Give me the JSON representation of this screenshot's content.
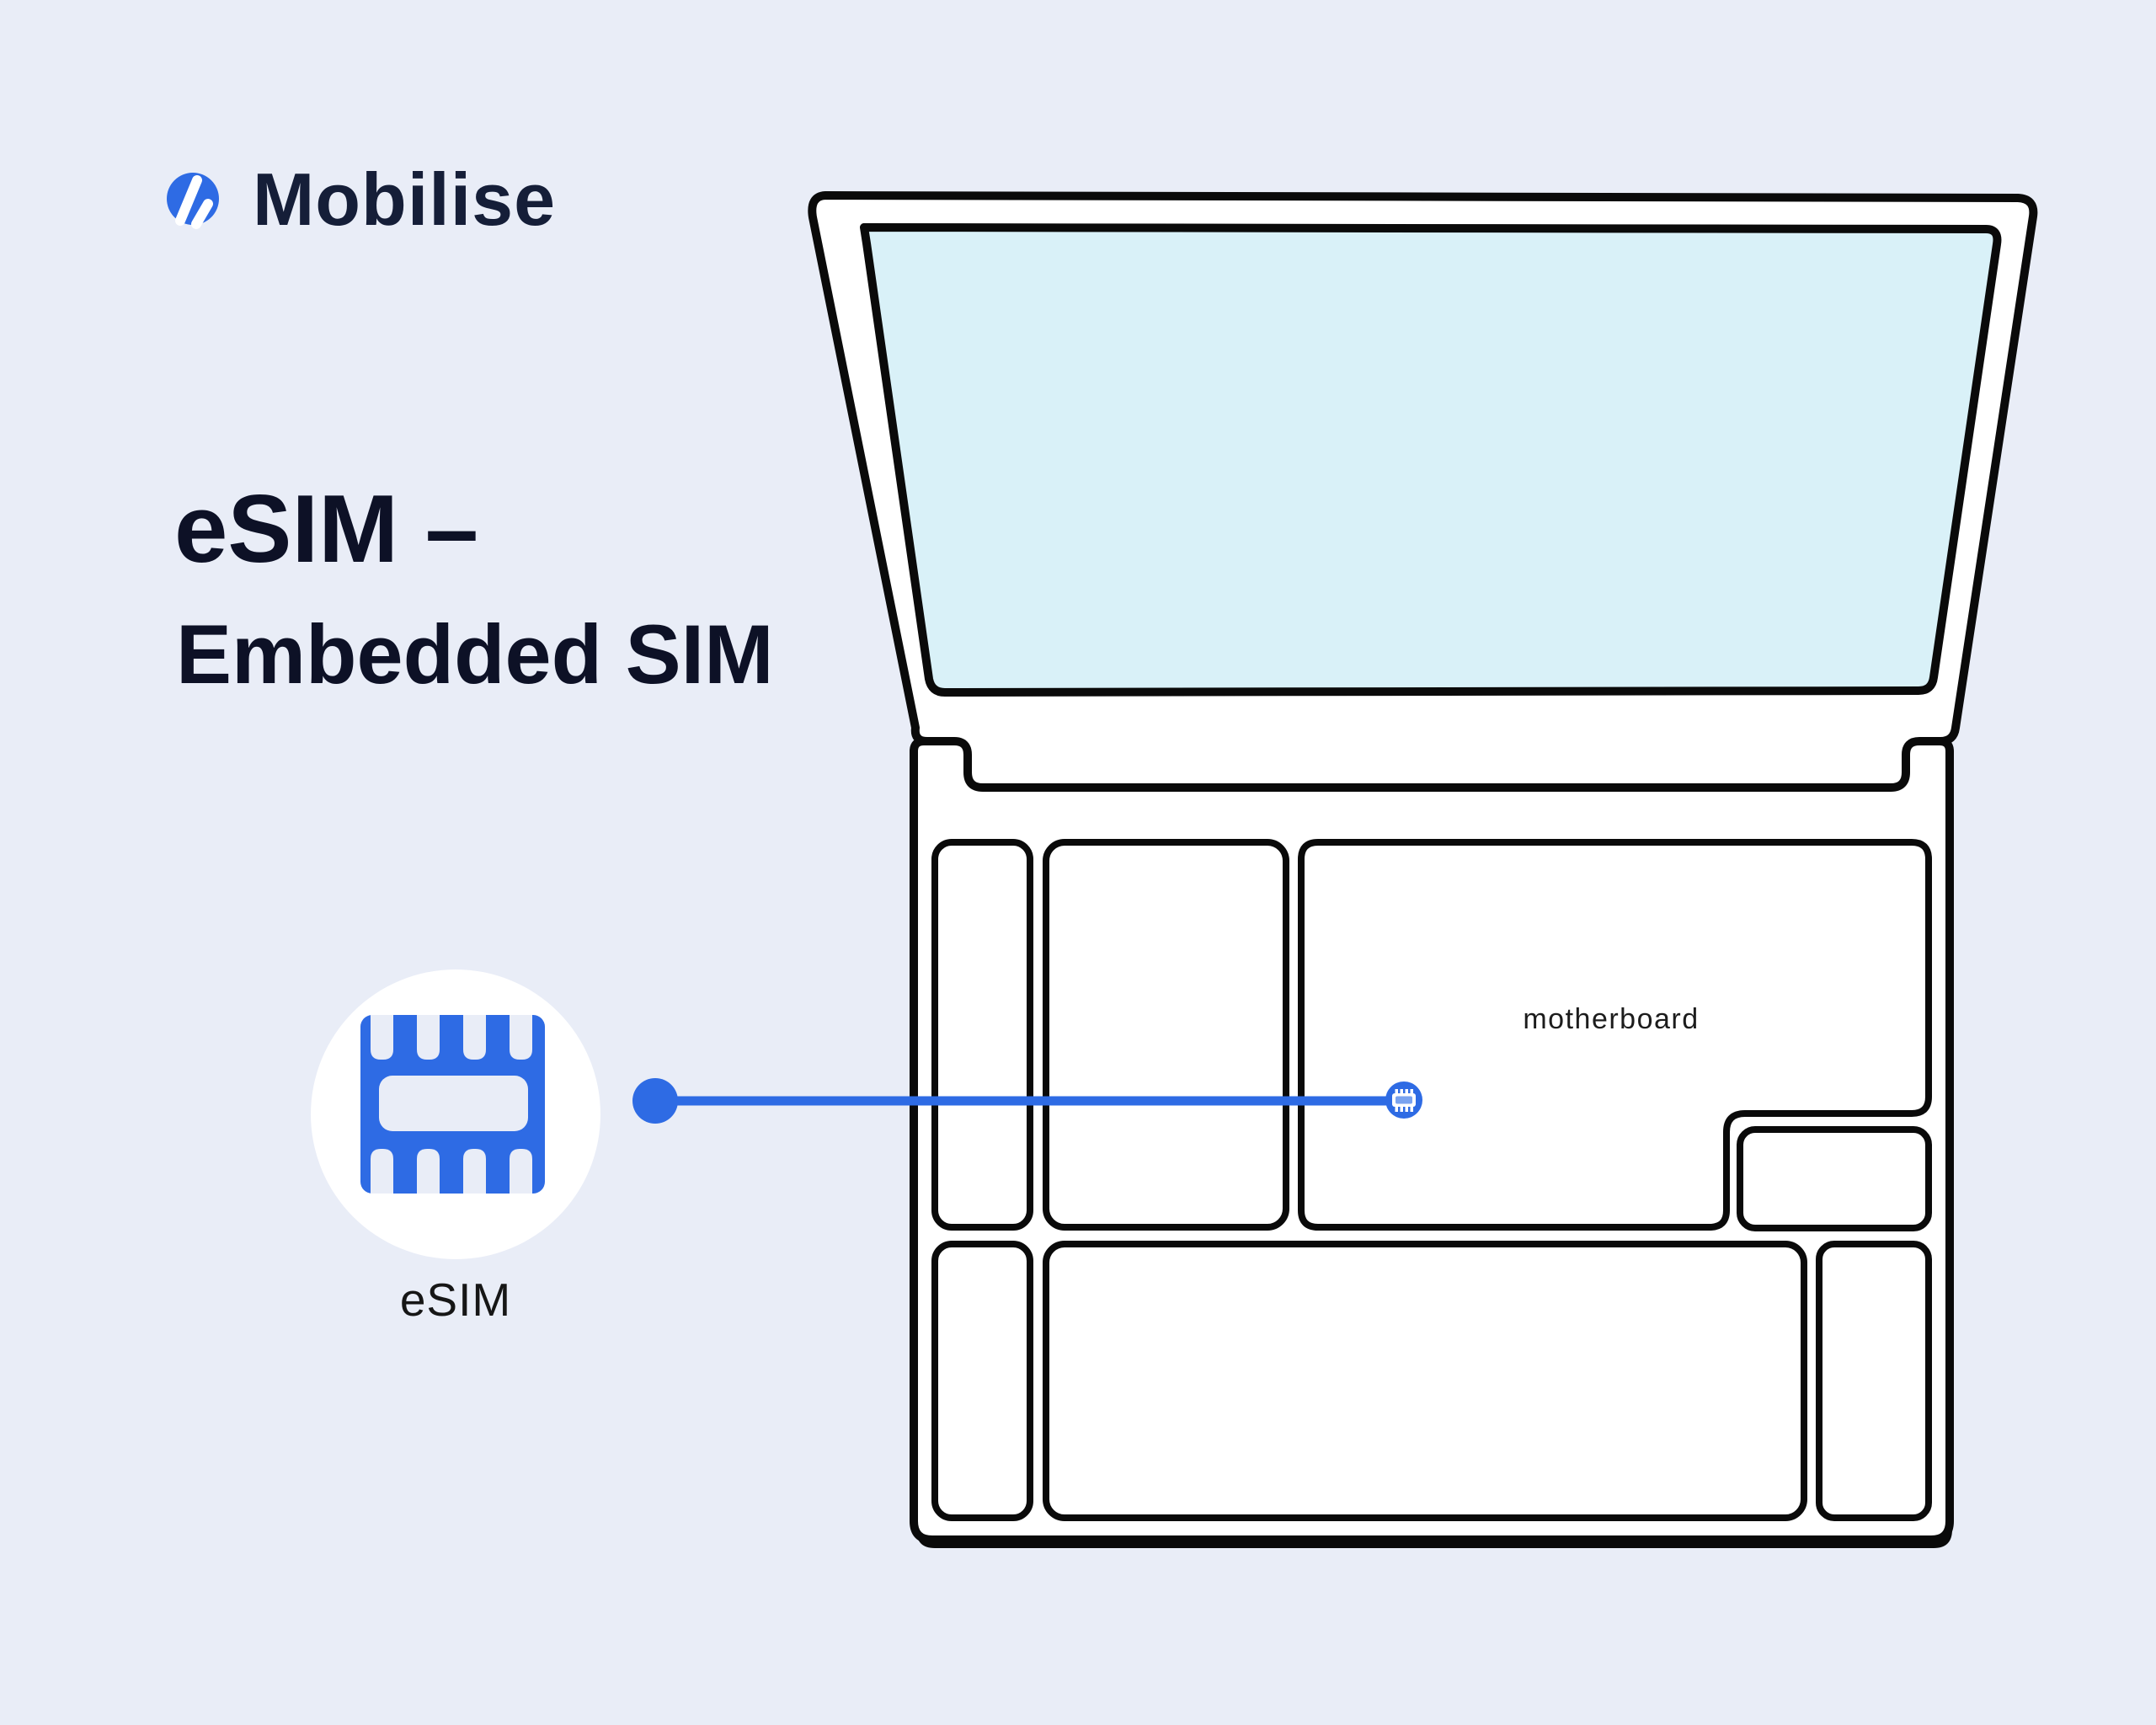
{
  "logo": {
    "brand": "Mobilise",
    "icon": "mobilise-logo-icon"
  },
  "heading": {
    "line1": "eSIM –",
    "line2": "Embedded SIM"
  },
  "esim_badge": {
    "label": "eSIM",
    "icon": "esim-chip-icon"
  },
  "laptop": {
    "motherboard_label": "motherboard"
  },
  "icons": {
    "esim_chip": "esim-chip-icon",
    "esim_marker": "esim-marker-chip-icon",
    "logo_mark": "mobilise-logo-icon"
  },
  "colors": {
    "background": "#e9edf7",
    "accent_blue": "#2e6be4",
    "screen_cyan": "#d9f1f8",
    "outline_black": "#0a0a0a",
    "heading_navy": "#0d1126",
    "brand_navy": "#151e38",
    "white": "#ffffff",
    "chip_slot": "#e9edf7",
    "marker_inner_blue": "#7aa3ef"
  }
}
